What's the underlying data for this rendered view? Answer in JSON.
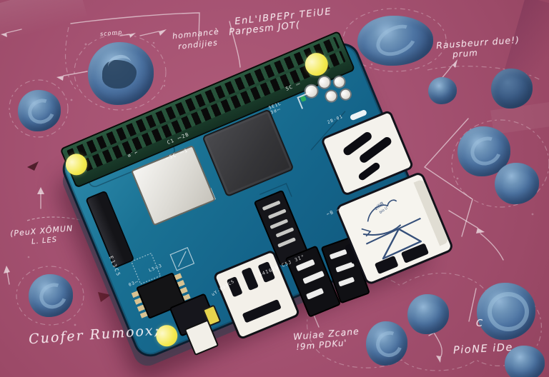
{
  "annotations": {
    "scomp": "scomp",
    "top_mid_1": "homnancè",
    "top_mid_2": "rondijies",
    "top_right_1": "EnL'IBPEPr TEiUE",
    "top_right_2": "Parpesm JOT(",
    "right_1": "Rausbeurr due!)",
    "right_2": "prum",
    "left_1": "(PeuX XÕMUN",
    "left_2": "L. LES",
    "bottom_left": "Cuofer Rumoox;",
    "bottom_mid_1": "Wuiae Zcane",
    "bottom_mid_2": "!9m PDKu'",
    "bottom_right_prefix": "C",
    "bottom_right": "PioNE iDe"
  },
  "board": {
    "silkscreen": {
      "s1": "⌐5C ⎓1",
      "s2": "C1 ⎓2B",
      "s3": "≡˙⌐",
      "s4": "E13C5",
      "s5": "44I6I0 C5J 3I°",
      "s6": "⌐B ⎓J",
      "s8": "L5⎓3",
      "s9": "uY-PDXCS",
      "s10": "5C ⎓",
      "s11": "2B·01",
      "s12": "5E1L\n3d⎓",
      "s13": "03⎓"
    },
    "eth_label_1": "ziliB",
    "eth_label_2": "bio U"
  },
  "colors": {
    "background": "#a5526f",
    "board_teal": "#16688c",
    "board_outline": "#0a1f30",
    "chip_dark": "#3a3a3e",
    "chip_silver": "#e9e7e1",
    "pad_yellow": "#f2e94f",
    "blueberry": "#4c73a2",
    "blueberry_dark": "#2c4a70",
    "blueberry_light": "#93b6d6",
    "sketch_white": "#ffffff",
    "ink_navy": "#36507a",
    "arrow_maroon": "#5a2030"
  }
}
